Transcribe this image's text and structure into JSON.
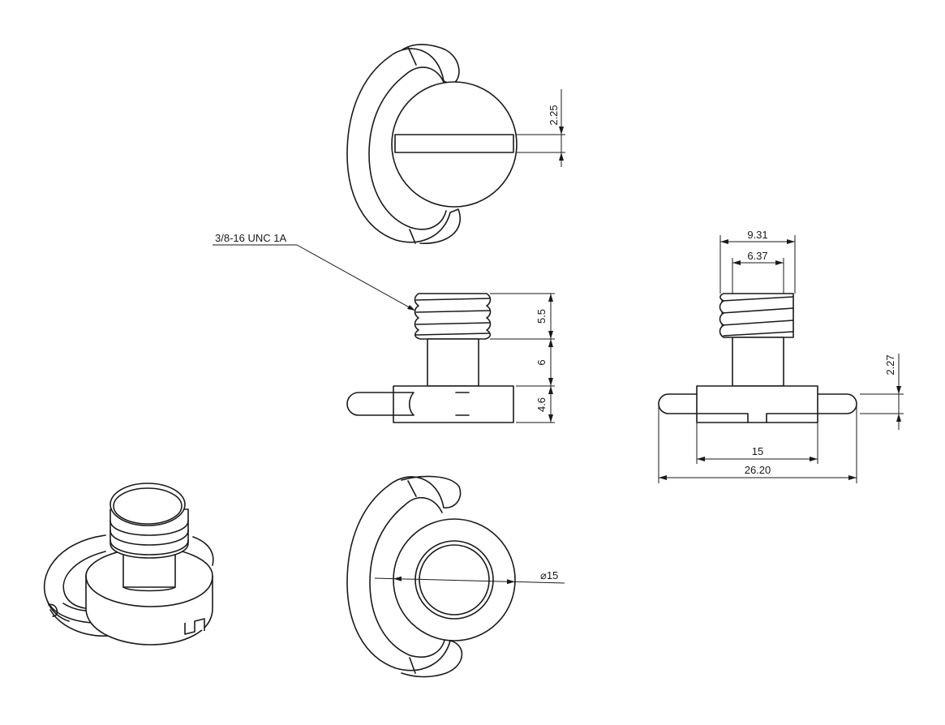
{
  "colors": {
    "line": "#1a1a1a",
    "background": "#ffffff"
  },
  "views": {
    "top": {
      "slot_width": "2.25"
    },
    "front": {
      "thread_callout": "3/8-16 UNC 1A",
      "thread_length": "5.5",
      "shank_length": "6",
      "head_height": "4.6"
    },
    "side": {
      "thread_major": "9.31",
      "thread_minor": "6.37",
      "ring_thickness": "2.27",
      "head_diameter": "15",
      "overall_width": "26.20"
    },
    "bottom": {
      "head_dia": "⌀15"
    }
  }
}
